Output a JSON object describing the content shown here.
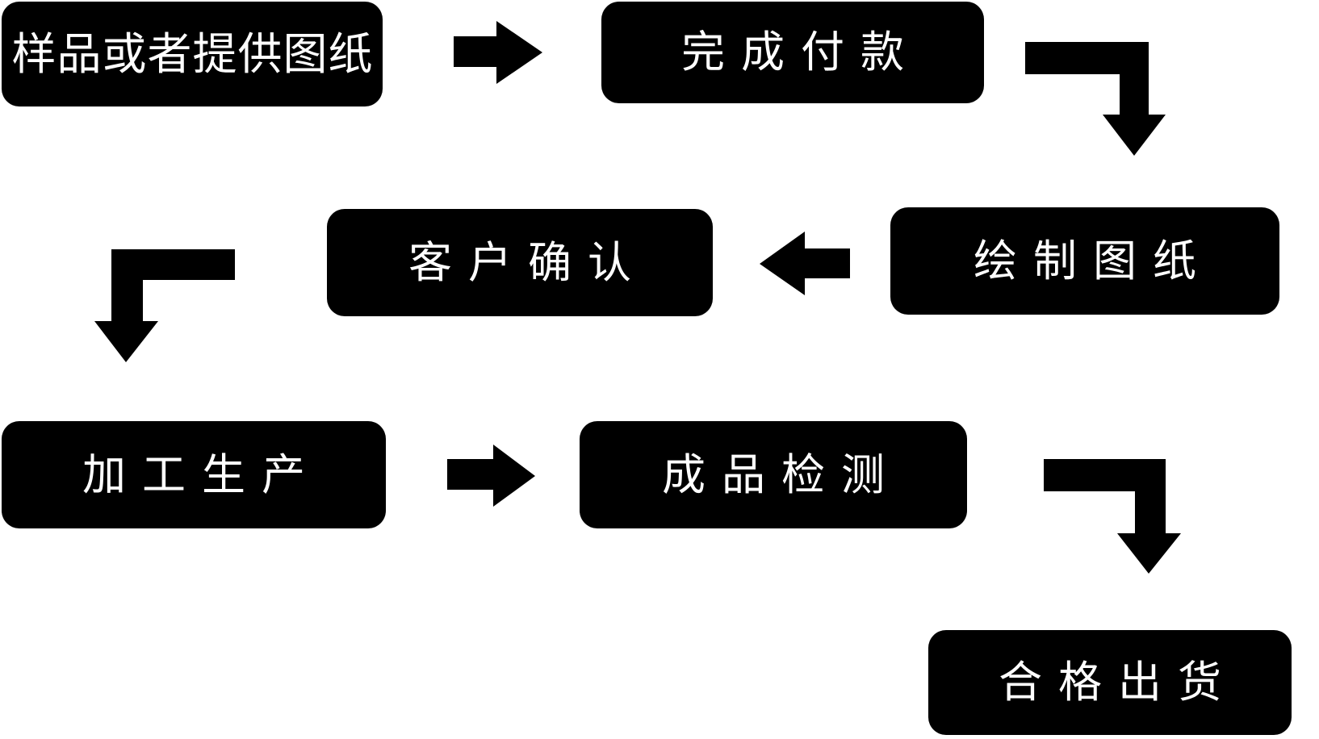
{
  "diagram": {
    "type": "flowchart",
    "background_color": "#ffffff",
    "node_fill_color": "#000000",
    "node_text_color": "#ffffff",
    "arrow_color": "#000000",
    "nodes": [
      {
        "id": "sample-or-drawing",
        "label": "样品或者提供图纸"
      },
      {
        "id": "complete-payment",
        "label": "完成付款"
      },
      {
        "id": "customer-confirm",
        "label": "客户确认"
      },
      {
        "id": "draw-drawings",
        "label": "绘制图纸"
      },
      {
        "id": "processing",
        "label": "加工生产"
      },
      {
        "id": "product-inspection",
        "label": "成品检测"
      },
      {
        "id": "qualified-shipment",
        "label": "合格出货"
      }
    ],
    "connections": [
      {
        "from": "样品或者提供图纸",
        "to": "完成付款",
        "icon": "arrow-right-icon"
      },
      {
        "from": "完成付款",
        "to": "绘制图纸",
        "icon": "arrow-corner-right-down-icon"
      },
      {
        "from": "绘制图纸",
        "to": "客户确认",
        "icon": "arrow-left-icon"
      },
      {
        "from": "客户确认",
        "to": "加工生产",
        "icon": "arrow-corner-left-down-icon"
      },
      {
        "from": "加工生产",
        "to": "成品检测",
        "icon": "arrow-right-icon"
      },
      {
        "from": "成品检测",
        "to": "合格出货",
        "icon": "arrow-corner-right-down-icon"
      }
    ]
  }
}
